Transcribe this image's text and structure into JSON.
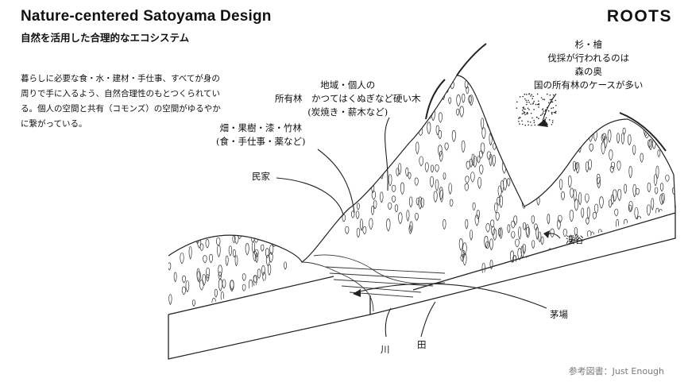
{
  "header": {
    "title": "Nature-centered Satoyama Design",
    "subtitle": "自然を活用した合理的なエコシステム",
    "brand": "ROOTS"
  },
  "intro": {
    "text": "暮らしに必要な食・水・建材・手仕事、すべてが身の周りで手に入るよう、自然合理性のもとつくられている。個人の空間と共有（コモンズ）の空間がゆるやかに繋がっている。"
  },
  "labels": {
    "sugi_hinoki": [
      "杉・檜",
      "伐採が行われるのは",
      "森の奥",
      "国の所有林のケースが多い"
    ],
    "shoyurin": [
      "地域・個人の",
      "所有林　かつてはくぬぎなど硬い木",
      "(炭焼き・薪木など)"
    ],
    "hatake": [
      "畑・果樹・漆・竹林",
      "(食・手仕事・薬など)"
    ],
    "minka": "民家",
    "keikoku": "渓谷",
    "kayaba": "茅場",
    "kawa": "川",
    "ta": "田"
  },
  "footer": {
    "credit": "参考図書：Just Enough"
  }
}
